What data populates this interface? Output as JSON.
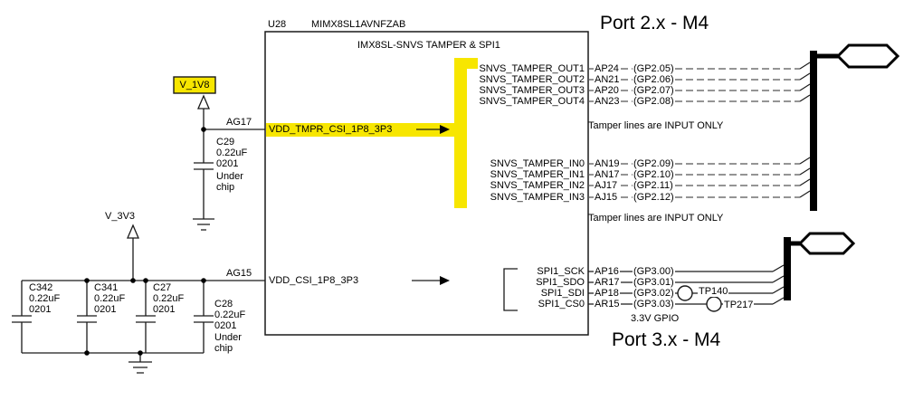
{
  "header": {
    "refdes": "U28",
    "part": "MIMX8SL1AVNFZAB",
    "block_title": "IMX8SL-SNVS TAMPER & SPI1"
  },
  "ports": {
    "top": "Port 2.x - M4",
    "bottom": "Port 3.x - M4"
  },
  "notes": {
    "tamper1": "Tamper lines are INPUT ONLY",
    "tamper2": "Tamper lines are INPUT ONLY",
    "gpio": "3.3V GPIO"
  },
  "power_nets": {
    "v1v8": "V_1V8",
    "v3v3": "V_3V3"
  },
  "left_pins": [
    {
      "number": "AG17",
      "name": "VDD_TMPR_CSI_1P8_3P3"
    },
    {
      "number": "AG15",
      "name": "VDD_CSI_1P8_3P3"
    }
  ],
  "right_pins": [
    {
      "name": "SNVS_TAMPER_OUT1",
      "number": "AP24",
      "alias": "(GP2.05)"
    },
    {
      "name": "SNVS_TAMPER_OUT2",
      "number": "AN21",
      "alias": "(GP2.06)"
    },
    {
      "name": "SNVS_TAMPER_OUT3",
      "number": "AP20",
      "alias": "(GP2.07)"
    },
    {
      "name": "SNVS_TAMPER_OUT4",
      "number": "AN23",
      "alias": "(GP2.08)"
    },
    {
      "name": "SNVS_TAMPER_IN0",
      "number": "AN19",
      "alias": "(GP2.09)"
    },
    {
      "name": "SNVS_TAMPER_IN1",
      "number": "AN17",
      "alias": "(GP2.10)"
    },
    {
      "name": "SNVS_TAMPER_IN2",
      "number": "AJ17",
      "alias": "(GP2.11)"
    },
    {
      "name": "SNVS_TAMPER_IN3",
      "number": "AJ15",
      "alias": "(GP2.12)"
    },
    {
      "name": "SPI1_SCK",
      "number": "AP16",
      "alias": "(GP3.00)"
    },
    {
      "name": "SPI1_SDO",
      "number": "AR17",
      "alias": "(GP3.01)"
    },
    {
      "name": "SPI1_SDI",
      "number": "AP18",
      "alias": "(GP3.02)"
    },
    {
      "name": "SPI1_CS0",
      "number": "AR15",
      "alias": "(GP3.03)"
    }
  ],
  "capacitors": [
    {
      "ref": "C29",
      "value": "0.22uF",
      "pkg": "0201",
      "note1": "Under",
      "note2": "chip"
    },
    {
      "ref": "C342",
      "value": "0.22uF",
      "pkg": "0201"
    },
    {
      "ref": "C341",
      "value": "0.22uF",
      "pkg": "0201"
    },
    {
      "ref": "C27",
      "value": "0.22uF",
      "pkg": "0201"
    },
    {
      "ref": "C28",
      "value": "0.22uF",
      "pkg": "0201",
      "note1": "Under",
      "note2": "chip"
    }
  ],
  "testpoints": [
    {
      "label": "TP140"
    },
    {
      "label": "TP217"
    }
  ],
  "colors": {
    "highlight": "#F7E600"
  }
}
